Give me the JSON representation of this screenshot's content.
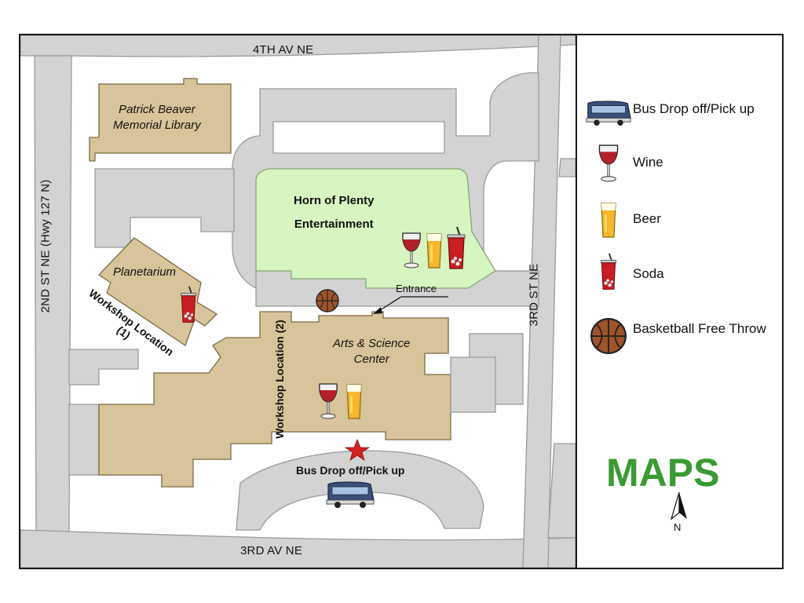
{
  "streets": {
    "north": "4TH AV NE",
    "south": "3RD AV NE",
    "west": "2ND ST NE  (Hwy 127 N)",
    "east": "3RD ST NE"
  },
  "buildings": {
    "library_line1": "Patrick Beaver",
    "library_line2": "Memorial Library",
    "planetarium": "Planetarium",
    "arts_line1": "Arts & Science",
    "arts_line2": "Center",
    "horn_line1": "Horn of Plenty",
    "horn_line2": "Entertainment"
  },
  "labels": {
    "workshop1_line1": "Workshop Location",
    "workshop1_line2": "(1)",
    "workshop2": "Workshop Location (2)",
    "entrance": "Entrance",
    "bus_area": "Bus Drop off/Pick up"
  },
  "legend": {
    "items": [
      {
        "icon": "bus-icon",
        "label": "Bus Drop off/Pick up"
      },
      {
        "icon": "wine-icon",
        "label": "Wine"
      },
      {
        "icon": "beer-icon",
        "label": "Beer"
      },
      {
        "icon": "soda-icon",
        "label": "Soda"
      },
      {
        "icon": "basketball-icon",
        "label": "Basketball Free Throw"
      }
    ]
  },
  "title": "MAPS",
  "north": "N",
  "colors": {
    "road": "#d3d3d3",
    "road_edge": "#9a9a9a",
    "building": "#d8c49a",
    "building_edge": "#7a6a45",
    "lawn": "#d6f5c0",
    "title": "#3a9a33",
    "marker_star": "#d22222"
  }
}
